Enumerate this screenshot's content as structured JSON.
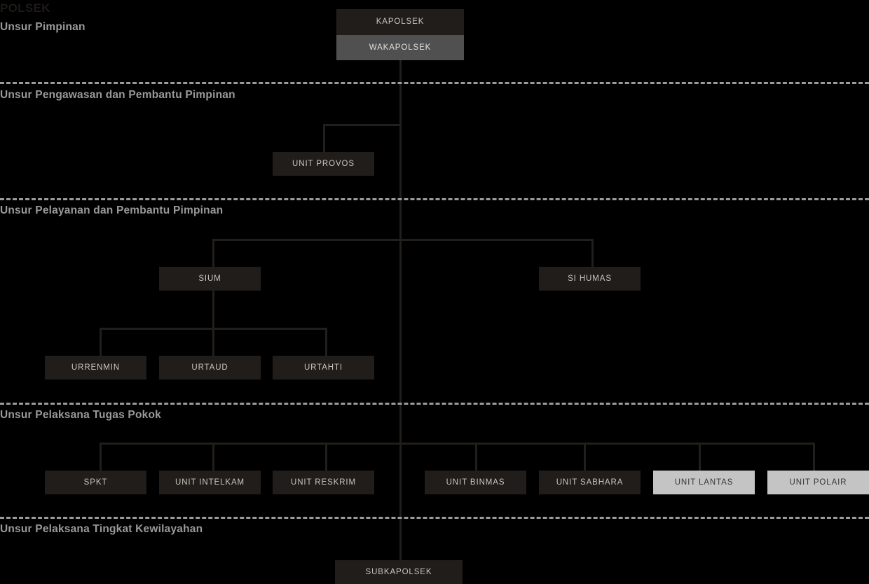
{
  "document": {
    "title": "POLSEK"
  },
  "sections": [
    {
      "id": "pimpinan",
      "heading": "Unsur Pimpinan"
    },
    {
      "id": "pengawasan",
      "heading": "Unsur Pengawasan dan Pembantu Pimpinan"
    },
    {
      "id": "pelayanan",
      "heading": "Unsur Pelayanan dan Pembantu Pimpinan"
    },
    {
      "id": "pelaksana",
      "heading": "Unsur Pelaksana Tugas Pokok"
    },
    {
      "id": "kewilayahan",
      "heading": "Unsur Pelaksana Tingkat Kewilayahan"
    }
  ],
  "nodes": {
    "kapolsek": "KAPOLSEK",
    "wakapolsek": "WAKAPOLSEK",
    "unit_provos": "UNIT PROVOS",
    "sium": "SIUM",
    "si_humas": "SI HUMAS",
    "urrenmin": "URRENMIN",
    "urtaud": "URTAUD",
    "urtahti": "URTAHTI",
    "spkt": "SPKT",
    "unit_intelkam": "UNIT INTELKAM",
    "unit_reskrim": "UNIT RESKRIM",
    "unit_binmas": "UNIT BINMAS",
    "unit_sabhara": "UNIT SABHARA",
    "unit_lantas": "UNIT LANTAS",
    "unit_polair": "UNIT POLAIR",
    "subkapolsek": "SUBKAPOLSEK"
  },
  "colors": {
    "background": "#000000",
    "node_dark": "#211d1a",
    "node_mid": "#505050",
    "node_light": "#c4c4c4",
    "connector": "#221e1b",
    "divider": "#9b9b9b",
    "heading_text": "#9a9a9a",
    "title_text": "#1d1a18"
  },
  "chart_data": {
    "type": "diagram",
    "title": "POLSEK",
    "levels": [
      {
        "section": "Unsur Pimpinan",
        "nodes": [
          "KAPOLSEK",
          "WAKAPOLSEK"
        ]
      },
      {
        "section": "Unsur Pengawasan dan Pembantu Pimpinan",
        "nodes": [
          "UNIT PROVOS"
        ]
      },
      {
        "section": "Unsur Pelayanan dan Pembantu Pimpinan",
        "nodes": [
          "SIUM",
          "SI HUMAS",
          "URRENMIN",
          "URTAUD",
          "URTAHTI"
        ]
      },
      {
        "section": "Unsur Pelaksana Tugas Pokok",
        "nodes": [
          "SPKT",
          "UNIT INTELKAM",
          "UNIT RESKRIM",
          "UNIT BINMAS",
          "UNIT SABHARA",
          "UNIT LANTAS",
          "UNIT POLAIR"
        ]
      },
      {
        "section": "Unsur Pelaksana Tingkat Kewilayahan",
        "nodes": [
          "SUBKAPOLSEK"
        ]
      }
    ],
    "edges": [
      [
        "KAPOLSEK",
        "WAKAPOLSEK"
      ],
      [
        "WAKAPOLSEK",
        "UNIT PROVOS"
      ],
      [
        "WAKAPOLSEK",
        "SIUM"
      ],
      [
        "WAKAPOLSEK",
        "SI HUMAS"
      ],
      [
        "SIUM",
        "URRENMIN"
      ],
      [
        "SIUM",
        "URTAUD"
      ],
      [
        "SIUM",
        "URTAHTI"
      ],
      [
        "WAKAPOLSEK",
        "SPKT"
      ],
      [
        "WAKAPOLSEK",
        "UNIT INTELKAM"
      ],
      [
        "WAKAPOLSEK",
        "UNIT RESKRIM"
      ],
      [
        "WAKAPOLSEK",
        "UNIT BINMAS"
      ],
      [
        "WAKAPOLSEK",
        "UNIT SABHARA"
      ],
      [
        "WAKAPOLSEK",
        "UNIT LANTAS"
      ],
      [
        "WAKAPOLSEK",
        "UNIT POLAIR"
      ],
      [
        "WAKAPOLSEK",
        "SUBKAPOLSEK"
      ]
    ]
  }
}
